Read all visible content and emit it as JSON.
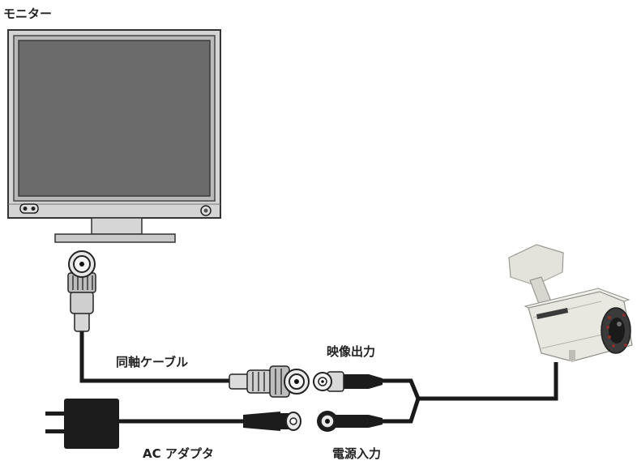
{
  "labels": {
    "monitor": "モニター",
    "coax_cable": "同軸ケーブル",
    "video_output": "映像出力",
    "ac_adapter": "AC アダプタ",
    "power_input": "電源入力"
  },
  "colors": {
    "cable": "#1a1a1a",
    "screen": "#6b6b6b",
    "bezel": "#c8c8c8",
    "bezel_edge": "#555555",
    "camera_body": "#e6e6e0"
  }
}
